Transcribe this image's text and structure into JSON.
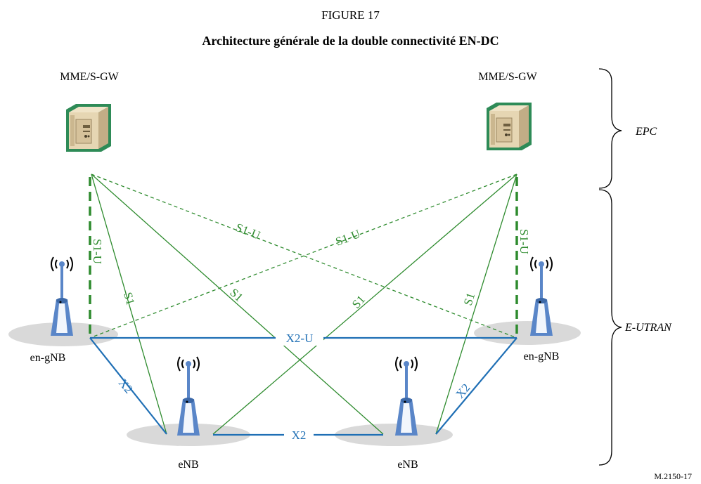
{
  "figure": {
    "number": "FIGURE 17",
    "title": "Architecture générale de la double connectivité EN-DC",
    "reference": "M.2150-17"
  },
  "nodes": {
    "mme_left": "MME/S-GW",
    "mme_right": "MME/S-GW",
    "engnb_left": "en-gNB",
    "engnb_right": "en-gNB",
    "enb_left": "eNB",
    "enb_right": "eNB"
  },
  "regions": {
    "epc": "EPC",
    "eutran": "E-UTRAN"
  },
  "links": {
    "s1u_left_vertical": "S1-U",
    "s1u_right_vertical": "S1-U",
    "s1u_diag_left": "S1-U",
    "s1u_diag_right": "S1-U",
    "s1_a": "S1",
    "s1_b": "S1",
    "s1_c": "S1",
    "s1_d": "S1",
    "x2u": "X2-U",
    "x2_left": "X2",
    "x2_bottom": "X2",
    "x2_right": "X2"
  },
  "colors": {
    "s1": "#2e8b2e",
    "x2": "#1f6fb5",
    "server_frame": "#2e8b57",
    "server_body": "#d8c8a8",
    "antenna": "#5a86c8",
    "shadow": "#d9d9d9"
  }
}
